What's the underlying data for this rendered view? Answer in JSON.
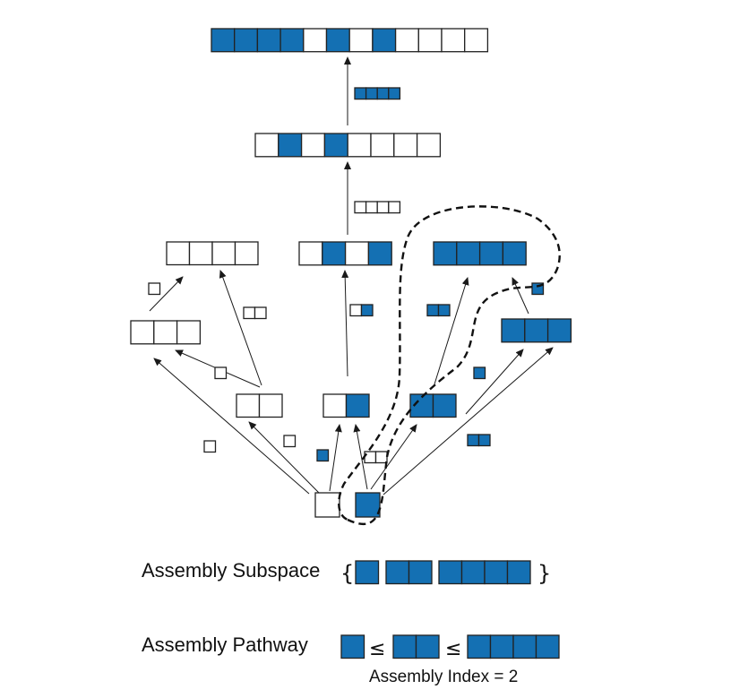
{
  "colors": {
    "blue": "#1470b3",
    "white": "#ffffff",
    "outline": "#222222"
  },
  "top": {
    "target": [
      1,
      1,
      1,
      1,
      0,
      1,
      0,
      1,
      0,
      0,
      0,
      0
    ],
    "join_piece": [
      1,
      1,
      1,
      1
    ],
    "level2": [
      0,
      1,
      0,
      1,
      0,
      0,
      0,
      0
    ],
    "join_piece2": [
      0,
      0,
      0,
      0
    ]
  },
  "rows": {
    "four": [
      [
        0,
        0,
        0,
        0
      ],
      [
        0,
        1,
        0,
        1
      ],
      [
        1,
        1,
        1,
        1
      ]
    ],
    "three": [
      [
        0,
        0,
        0
      ],
      [
        1,
        1,
        1
      ]
    ],
    "two": [
      [
        0,
        0
      ],
      [
        0,
        1
      ],
      [
        1,
        1
      ]
    ],
    "one": [
      [
        0
      ],
      [
        1
      ]
    ]
  },
  "helpers": {
    "small_pieces": [
      [
        0
      ],
      [
        0,
        0
      ],
      [
        0,
        1
      ],
      [
        1,
        1
      ],
      [
        0
      ],
      [
        1
      ],
      [
        1
      ],
      [
        0
      ],
      [
        0
      ],
      [
        1
      ],
      [
        1,
        1
      ],
      [
        0,
        0
      ]
    ]
  },
  "legend": {
    "subspace_label": "Assembly Subspace",
    "open_brace": "{",
    "close_brace": "}",
    "subspace_items": [
      [
        1
      ],
      [
        1,
        1
      ],
      [
        1,
        1,
        1,
        1
      ]
    ],
    "pathway_label": "Assembly Pathway",
    "pathway_items": [
      [
        1
      ],
      [
        1,
        1
      ],
      [
        1,
        1,
        1,
        1
      ]
    ],
    "relation_symbol": "≤",
    "index_label": "Assembly Index = 2"
  }
}
